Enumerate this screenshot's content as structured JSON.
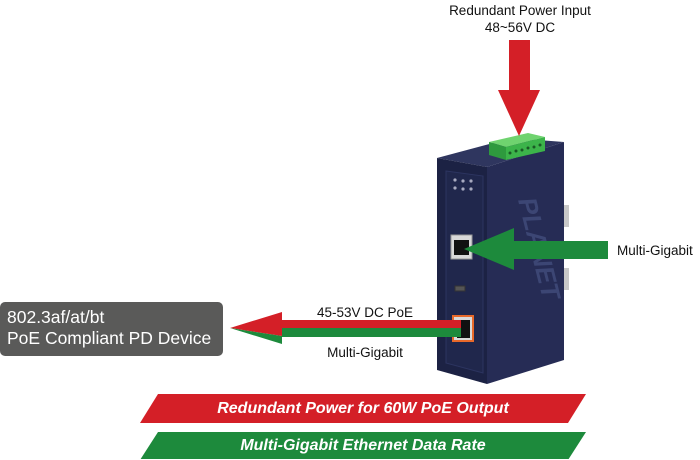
{
  "power_input": {
    "line1": "Redundant Power Input",
    "line2": "48~56V DC"
  },
  "uplink": {
    "label": "Multi-Gigabit"
  },
  "poe_output": {
    "power_label": "45-53V DC PoE",
    "data_label": "Multi-Gigabit"
  },
  "pd_device": {
    "line1": "802.3af/at/bt",
    "line2": "PoE Compliant PD Device"
  },
  "device": {
    "brand": "PLANET"
  },
  "banners": {
    "power": "Redundant Power for 60W PoE Output",
    "data": "Multi-Gigabit Ethernet Data Rate"
  },
  "colors": {
    "power_red": "#d41f27",
    "data_green": "#1d8a3c",
    "device_navy": "#1f2548",
    "terminal_green": "#3cb44a",
    "pd_box_gray": "#5a5a59",
    "poe_port_orange": "#e8692a"
  }
}
